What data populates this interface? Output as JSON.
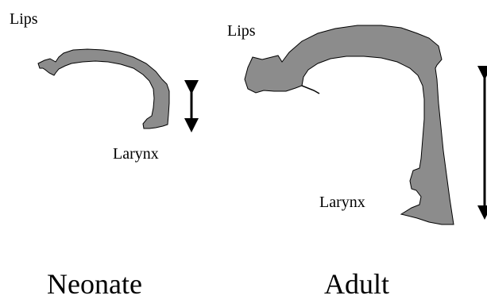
{
  "neonate": {
    "lips_label": "Lips",
    "larynx_label": "Larynx",
    "caption": "Neonate"
  },
  "adult": {
    "lips_label": "Lips",
    "larynx_label": "Larynx",
    "caption": "Adult"
  },
  "colors": {
    "tract_fill": "#8c8c8c",
    "stroke": "#000000",
    "background": "#ffffff"
  }
}
